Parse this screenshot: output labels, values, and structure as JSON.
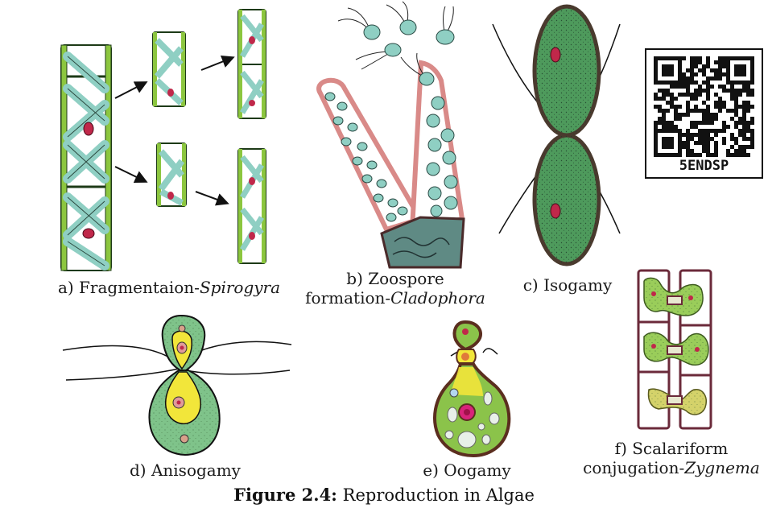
{
  "figure": {
    "number": "Figure 2.4:",
    "title": "Reproduction in Algae"
  },
  "panels": {
    "a": {
      "prefix": "a) Fragmentaion-",
      "italic": "Spirogyra"
    },
    "b": {
      "line1": "b) Zoospore",
      "prefix": "formation-",
      "italic": "Cladophora"
    },
    "c": {
      "label": "c) Isogamy"
    },
    "d": {
      "label": "d) Anisogamy"
    },
    "e": {
      "label": "e) Oogamy"
    },
    "f": {
      "line1": "f) Scalariform",
      "prefix": "conjugation-",
      "italic": "Zygnema"
    }
  },
  "qr": {
    "code": "5ENDSP"
  },
  "colors": {
    "cell_wall_green": "#8cc63f",
    "chloroplast_teal": "#8fcfc3",
    "nucleus_red": "#c0284a",
    "gamete_green": "#4e9a5c",
    "cytoplasm_yellow": "#f2e63a",
    "oogonium_green": "#8bc34a",
    "zoosporangium_pink": "#d98a88"
  }
}
